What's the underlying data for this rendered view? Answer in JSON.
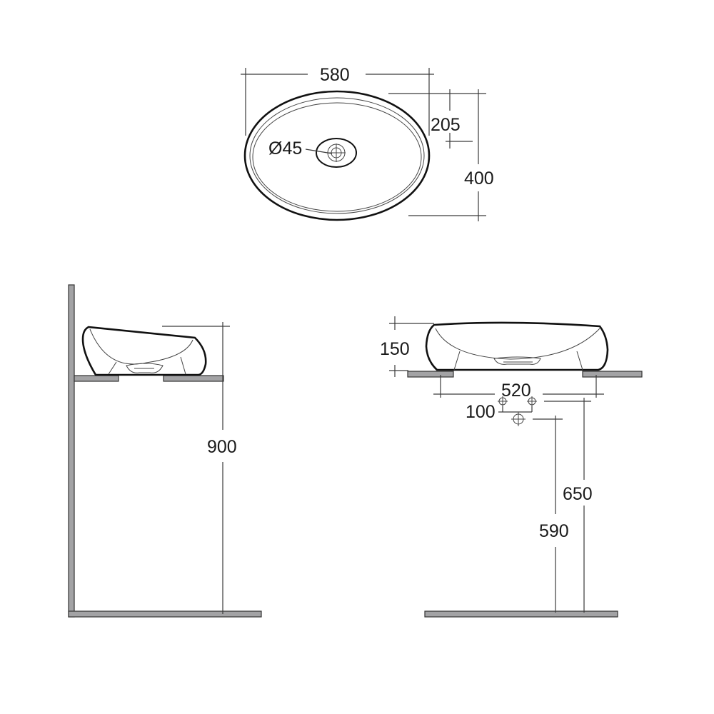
{
  "drawing": {
    "type": "technical dimension drawing",
    "subject": "oval countertop washbasin",
    "colors": {
      "outline": "#111111",
      "dimension_line": "#3a3a3a",
      "surface_fill": "#a3a3a5",
      "background": "#ffffff"
    }
  },
  "top_view": {
    "width_label": "580",
    "depth_label": "400",
    "waste_offset_label": "205",
    "waste_diameter_label": "Ø45"
  },
  "side_view": {
    "height_label": "900"
  },
  "front_view": {
    "basin_height_label": "150",
    "support_span_label": "520",
    "tap_spacing_label": "100",
    "waste_height_label": "650",
    "supply_height_label": "590"
  }
}
